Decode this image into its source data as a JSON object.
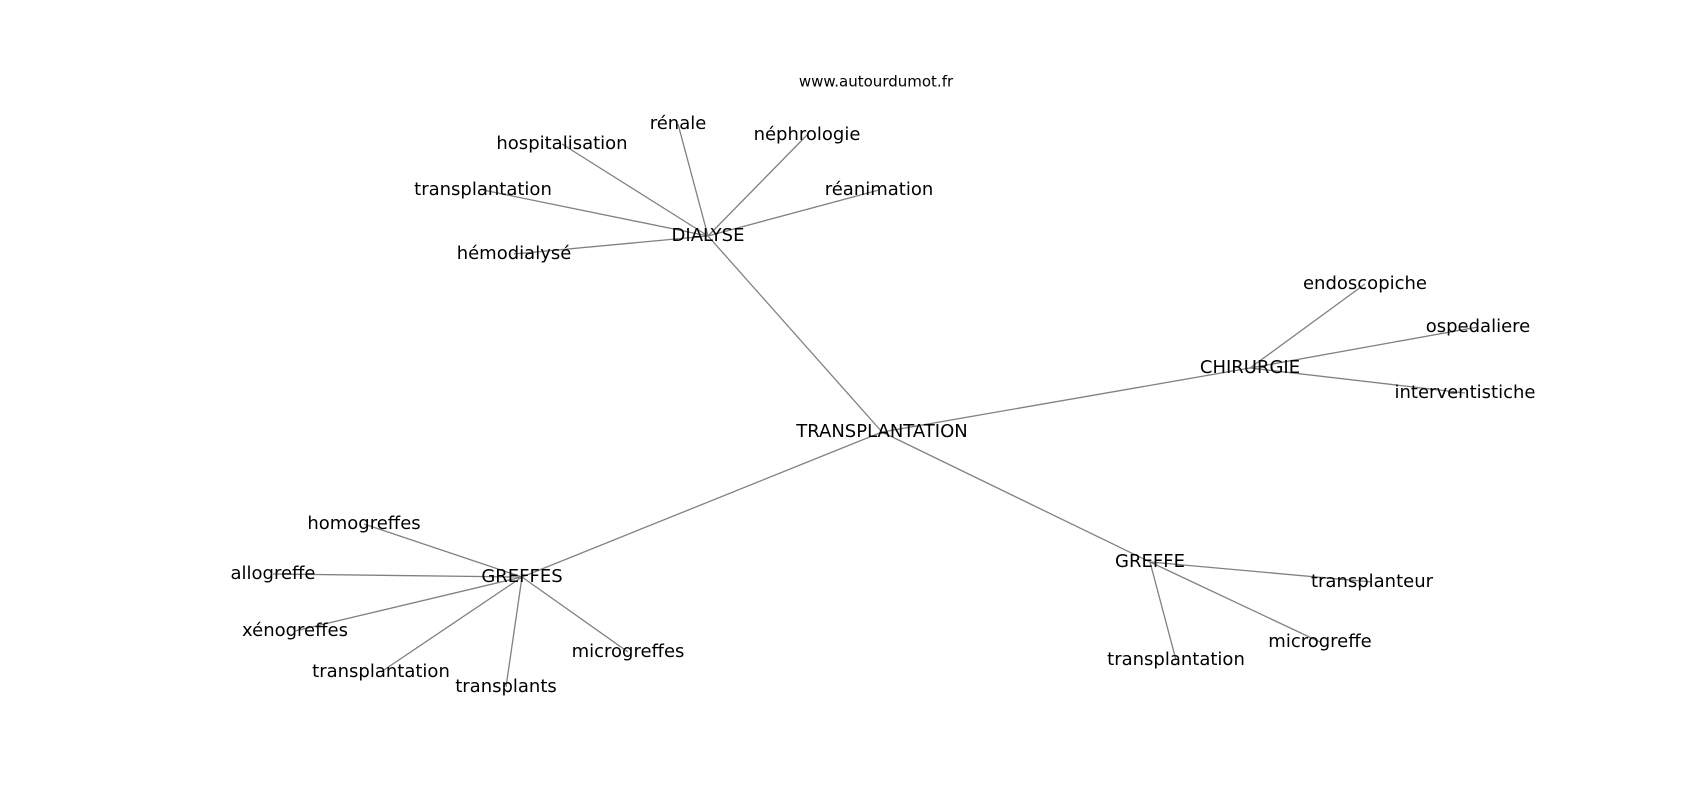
{
  "watermark": "www.autourdumot.fr",
  "colors": {
    "edge": "#808080",
    "text": "#000000",
    "background": "#ffffff"
  },
  "nodes": {
    "root": "TRANSPLANTATION",
    "dialyse": "DIALYSE",
    "chirurgie": "CHIRURGIE",
    "greffes": "GREFFES",
    "greffe": "GREFFE",
    "renale": "rénale",
    "nephrologie": "néphrologie",
    "hospitalisation": "hospitalisation",
    "transplantation_d": "transplantation",
    "reanimation": "réanimation",
    "hemodialyse": "hémodialysé",
    "endoscopiche": "endoscopiche",
    "ospedaliere": "ospedaliere",
    "interventistiche": "interventistiche",
    "homogreffes": "homogreffes",
    "allogreffe": "allogreffe",
    "xenogreffes": "xénogreffes",
    "transplantation_g": "transplantation",
    "transplants": "transplants",
    "microgreffes": "microgreffes",
    "transplanteur": "transplanteur",
    "microgreffe": "microgreffe",
    "transplantation_h": "transplantation"
  },
  "edges": [
    [
      "root",
      "dialyse"
    ],
    [
      "root",
      "chirurgie"
    ],
    [
      "root",
      "greffes"
    ],
    [
      "root",
      "greffe"
    ],
    [
      "dialyse",
      "renale"
    ],
    [
      "dialyse",
      "nephrologie"
    ],
    [
      "dialyse",
      "hospitalisation"
    ],
    [
      "dialyse",
      "transplantation_d"
    ],
    [
      "dialyse",
      "reanimation"
    ],
    [
      "dialyse",
      "hemodialyse"
    ],
    [
      "chirurgie",
      "endoscopiche"
    ],
    [
      "chirurgie",
      "ospedaliere"
    ],
    [
      "chirurgie",
      "interventistiche"
    ],
    [
      "greffes",
      "homogreffes"
    ],
    [
      "greffes",
      "allogreffe"
    ],
    [
      "greffes",
      "xenogreffes"
    ],
    [
      "greffes",
      "transplantation_g"
    ],
    [
      "greffes",
      "transplants"
    ],
    [
      "greffes",
      "microgreffes"
    ],
    [
      "greffe",
      "transplanteur"
    ],
    [
      "greffe",
      "microgreffe"
    ],
    [
      "greffe",
      "transplantation_h"
    ]
  ]
}
